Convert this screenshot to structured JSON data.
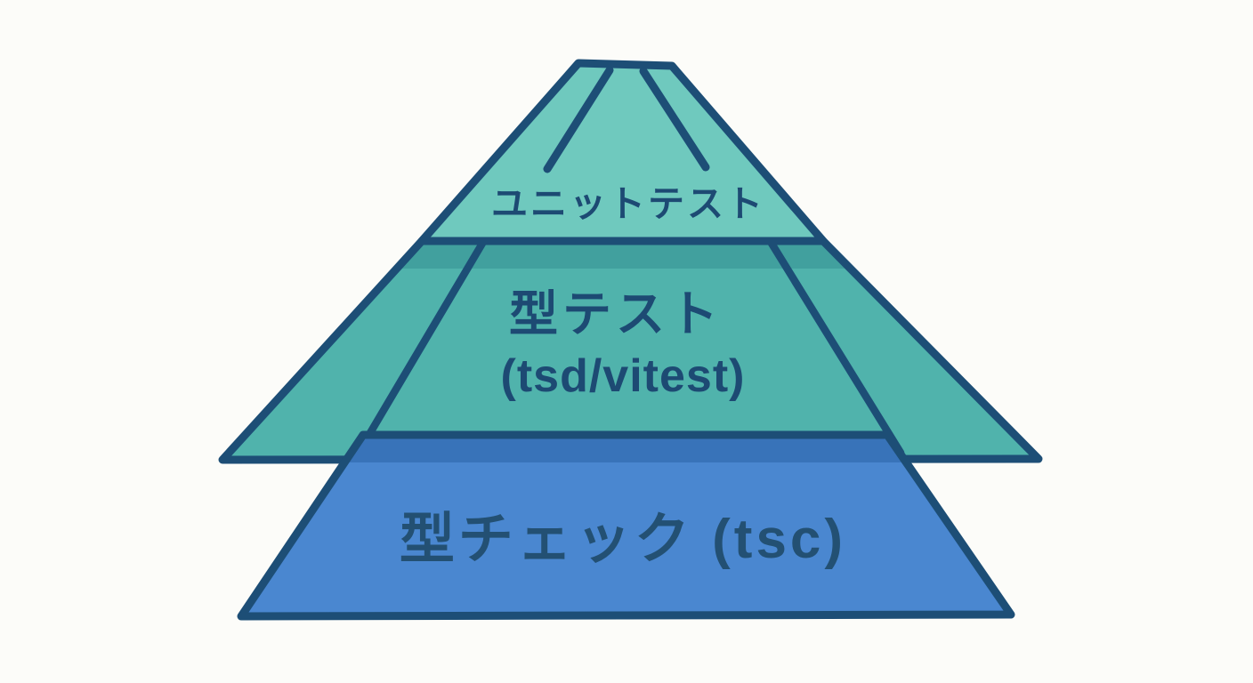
{
  "diagram": {
    "kind": "layered-testing-pyramid",
    "tiers": [
      {
        "id": "unit-tests",
        "label": "ユニットテスト"
      },
      {
        "id": "type-tests",
        "label": "型テスト",
        "sublabel": "(tsd/vitest)"
      },
      {
        "id": "type-check",
        "label": "型チェック (tsc)"
      }
    ]
  },
  "colors": {
    "background": "#fcfcf9",
    "outline": "#1d4e76",
    "tier_top_fill": "#6fc9be",
    "tier_middle_fill": "#50b3ac",
    "tier_middle_shadow": "#41a09e",
    "tier_bottom_fill": "#4a87d0",
    "tier_bottom_shadow": "#3873b9",
    "label_color": "#1d4a73",
    "bottom_label_color": "#235073"
  }
}
